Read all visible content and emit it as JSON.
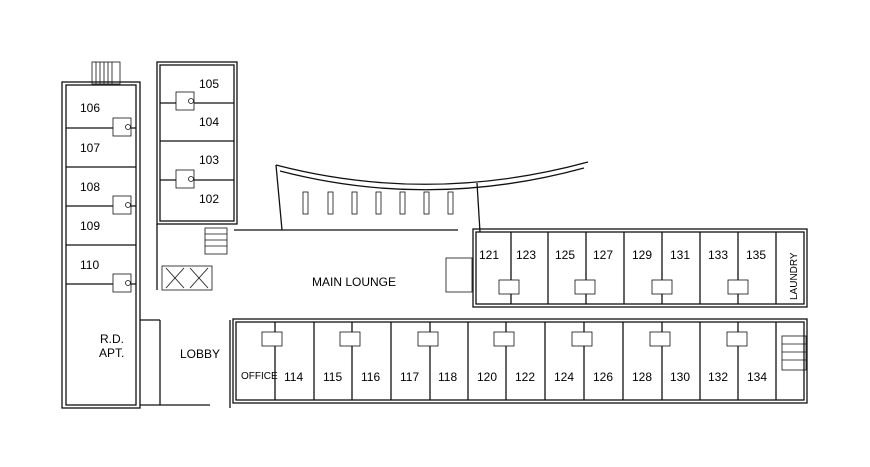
{
  "rooms": {
    "r105": "105",
    "r104": "104",
    "r103": "103",
    "r102": "102",
    "r106": "106",
    "r107": "107",
    "r108": "108",
    "r109": "109",
    "r110": "110",
    "r121": "121",
    "r123": "123",
    "r125": "125",
    "r127": "127",
    "r129": "129",
    "r131": "131",
    "r133": "133",
    "r135": "135",
    "r114": "114",
    "r115": "115",
    "r116": "116",
    "r117": "117",
    "r118": "118",
    "r120": "120",
    "r122": "122",
    "r124": "124",
    "r126": "126",
    "r128": "128",
    "r130": "130",
    "r132": "132",
    "r134": "134"
  },
  "areas": {
    "main_lounge": "MAIN LOUNGE",
    "lobby": "LOBBY",
    "office": "OFFICE",
    "rd_line1": "R.D.",
    "rd_line2": "APT.",
    "laundry": "LAUNDRY"
  }
}
